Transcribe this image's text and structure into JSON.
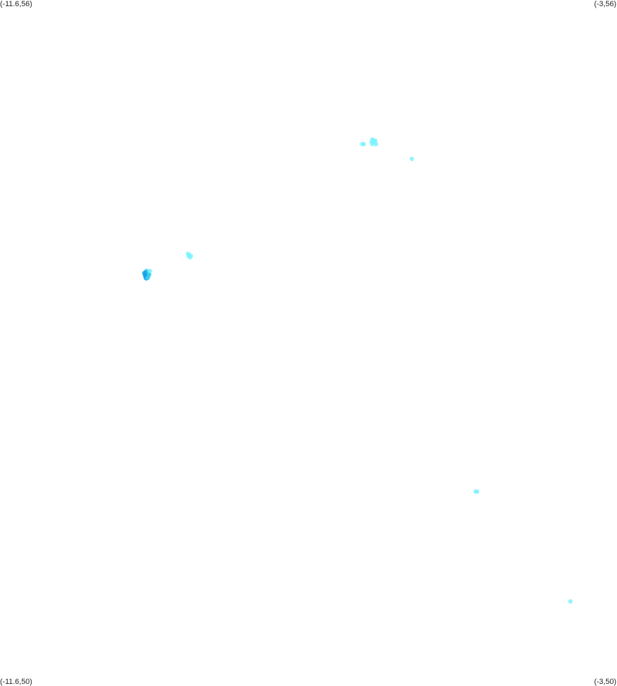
{
  "map": {
    "corners": {
      "top_left": "(-11.6,56)",
      "top_right": "(-3,56)",
      "bottom_left": "(-11.6,50)",
      "bottom_right": "(-3,50)"
    },
    "bounds": {
      "lon_min": -11.6,
      "lon_max": -3,
      "lat_min": 50,
      "lat_max": 56
    },
    "colors": {
      "light": "#7ff2fb",
      "medium": "#3fd2f0",
      "dark": "#1aa2e8"
    },
    "points": [
      {
        "lon": -6.41,
        "lat": 54.78,
        "intensity": "light"
      },
      {
        "lon": -6.39,
        "lat": 54.77,
        "intensity": "light"
      },
      {
        "lon": -6.37,
        "lat": 54.77,
        "intensity": "light"
      },
      {
        "lon": -6.42,
        "lat": 54.76,
        "intensity": "light"
      },
      {
        "lon": -6.4,
        "lat": 54.76,
        "intensity": "light"
      },
      {
        "lon": -6.38,
        "lat": 54.75,
        "intensity": "light"
      },
      {
        "lon": -6.41,
        "lat": 54.74,
        "intensity": "light"
      },
      {
        "lon": -6.36,
        "lat": 54.74,
        "intensity": "light"
      },
      {
        "lon": -6.55,
        "lat": 54.74,
        "intensity": "light"
      },
      {
        "lon": -6.53,
        "lat": 54.74,
        "intensity": "light"
      },
      {
        "lon": -5.86,
        "lat": 54.61,
        "intensity": "light"
      },
      {
        "lon": -8.98,
        "lat": 53.78,
        "intensity": "light"
      },
      {
        "lon": -8.96,
        "lat": 53.77,
        "intensity": "light"
      },
      {
        "lon": -8.97,
        "lat": 53.76,
        "intensity": "light"
      },
      {
        "lon": -8.95,
        "lat": 53.75,
        "intensity": "light"
      },
      {
        "lon": -8.94,
        "lat": 53.76,
        "intensity": "light"
      },
      {
        "lon": -9.56,
        "lat": 53.63,
        "intensity": "medium"
      },
      {
        "lon": -9.58,
        "lat": 53.61,
        "intensity": "dark"
      },
      {
        "lon": -9.55,
        "lat": 53.61,
        "intensity": "dark"
      },
      {
        "lon": -9.53,
        "lat": 53.62,
        "intensity": "medium"
      },
      {
        "lon": -9.57,
        "lat": 53.59,
        "intensity": "dark"
      },
      {
        "lon": -9.54,
        "lat": 53.59,
        "intensity": "dark"
      },
      {
        "lon": -9.52,
        "lat": 53.6,
        "intensity": "medium"
      },
      {
        "lon": -9.56,
        "lat": 53.57,
        "intensity": "dark"
      },
      {
        "lon": -9.54,
        "lat": 53.57,
        "intensity": "medium"
      },
      {
        "lon": -9.51,
        "lat": 53.63,
        "intensity": "light"
      },
      {
        "lon": -4.97,
        "lat": 51.7,
        "intensity": "light"
      },
      {
        "lon": -4.95,
        "lat": 51.7,
        "intensity": "light"
      },
      {
        "lon": -3.65,
        "lat": 50.74,
        "intensity": "light"
      }
    ]
  }
}
